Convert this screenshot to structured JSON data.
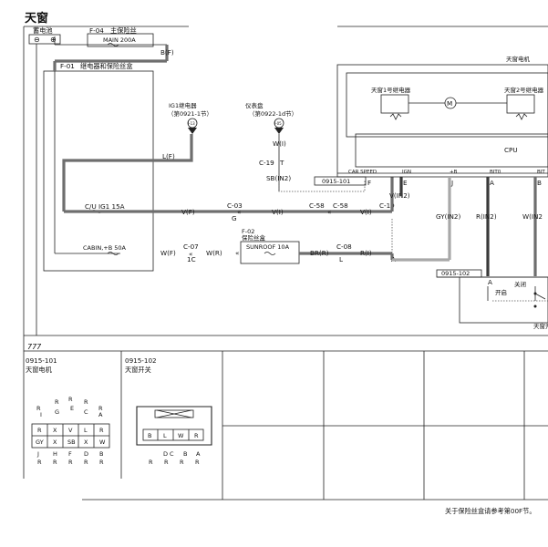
{
  "title": "天窗",
  "footer_note": "关于保险丝盒请参考第00F节。",
  "components": {
    "battery": "蓄电池",
    "main_fuse_id": "F-04",
    "main_fuse_name": "主保险丝",
    "main_fuse_rating": "MAIN 200A",
    "main_fuse_wire": "B(F)",
    "relay_box_id": "F-01",
    "relay_box_name": "继电器和保险丝盒",
    "cu_ig1": "C/U IG1 15A",
    "cabin_b": "CABIN,+B 50A",
    "ig1_relay_name": "IG1继电器",
    "ig1_relay_ref": "（第0921-1节）",
    "ig1_relay_tag": "I-13",
    "instrument_name": "仪表盘",
    "instrument_ref": "（第0922-1d节）",
    "instrument_tag": "I-05",
    "fuse_box2_id": "F-02",
    "fuse_box2_name": "保险丝盒",
    "sunroof_fuse": "SUNROOF 10A",
    "motor_title": "天窗电机",
    "relay1": "天窗1号继电器",
    "relay2": "天窗2号继电器",
    "motor_symbol": "M",
    "cpu": "CPU",
    "switch_open": "开启",
    "switch_close": "关闭",
    "switch_right": "天窗开"
  },
  "connectors": {
    "c19_t": "C-19",
    "c19_t_pin": "T",
    "sb_in2": "SB(IN2)",
    "c03": "C-03",
    "c03_pin": "G",
    "c58a": "C-58",
    "c58b": "C-58",
    "c19": "C-19",
    "c07": "C-07",
    "c07_pin": "1C",
    "c08": "C-08",
    "c08_pin": "L"
  },
  "wires": {
    "lf": "L(F)",
    "wi": "W(I)",
    "vf": "V(F)",
    "vi1": "V(I)",
    "vi2": "V(I)",
    "vin2": "V(IN2)",
    "gy_in2": "GY(IN2)",
    "r_in2": "R(IN2)",
    "w_in2": "W(IN2",
    "wf": "W(F)",
    "wr": "W(R)",
    "br_r": "BR(R)",
    "ri": "R(I)"
  },
  "pins": {
    "f": "F",
    "e": "E",
    "j": "J",
    "a": "A",
    "b": "B",
    "a2": "A",
    "a3": "A",
    "car_speed": "CAR SPEED",
    "ign": "IGN",
    "plus_b": "+B",
    "bit0": "BIT0",
    "bit1": "BIT"
  },
  "module_tags": {
    "m101": "0915-101",
    "m102": "0915-102",
    "ground": "777"
  },
  "legend": {
    "p1_id": "0915-101",
    "p1_name": "天窗电机",
    "p1_top": [
      "R",
      "R",
      "R",
      "E",
      "R",
      "R",
      "I",
      "G",
      "C",
      "A"
    ],
    "p1_row1": [
      "R",
      "X",
      "V",
      "L",
      "R"
    ],
    "p1_row2": [
      "GY",
      "X",
      "SB",
      "X",
      "W"
    ],
    "p1_bottom_letters": [
      "J",
      "H",
      "F",
      "D",
      "B"
    ],
    "p1_bottom_colors": [
      "R",
      "R",
      "R",
      "R",
      "R"
    ],
    "p2_id": "0915-102",
    "p2_name": "天窗开关",
    "p2_pins": [
      "B",
      "L",
      "W",
      "R"
    ],
    "p2_letters": [
      "D",
      "C",
      "B",
      "A"
    ],
    "p2_colors": [
      "R",
      "R",
      "R",
      "R"
    ]
  }
}
